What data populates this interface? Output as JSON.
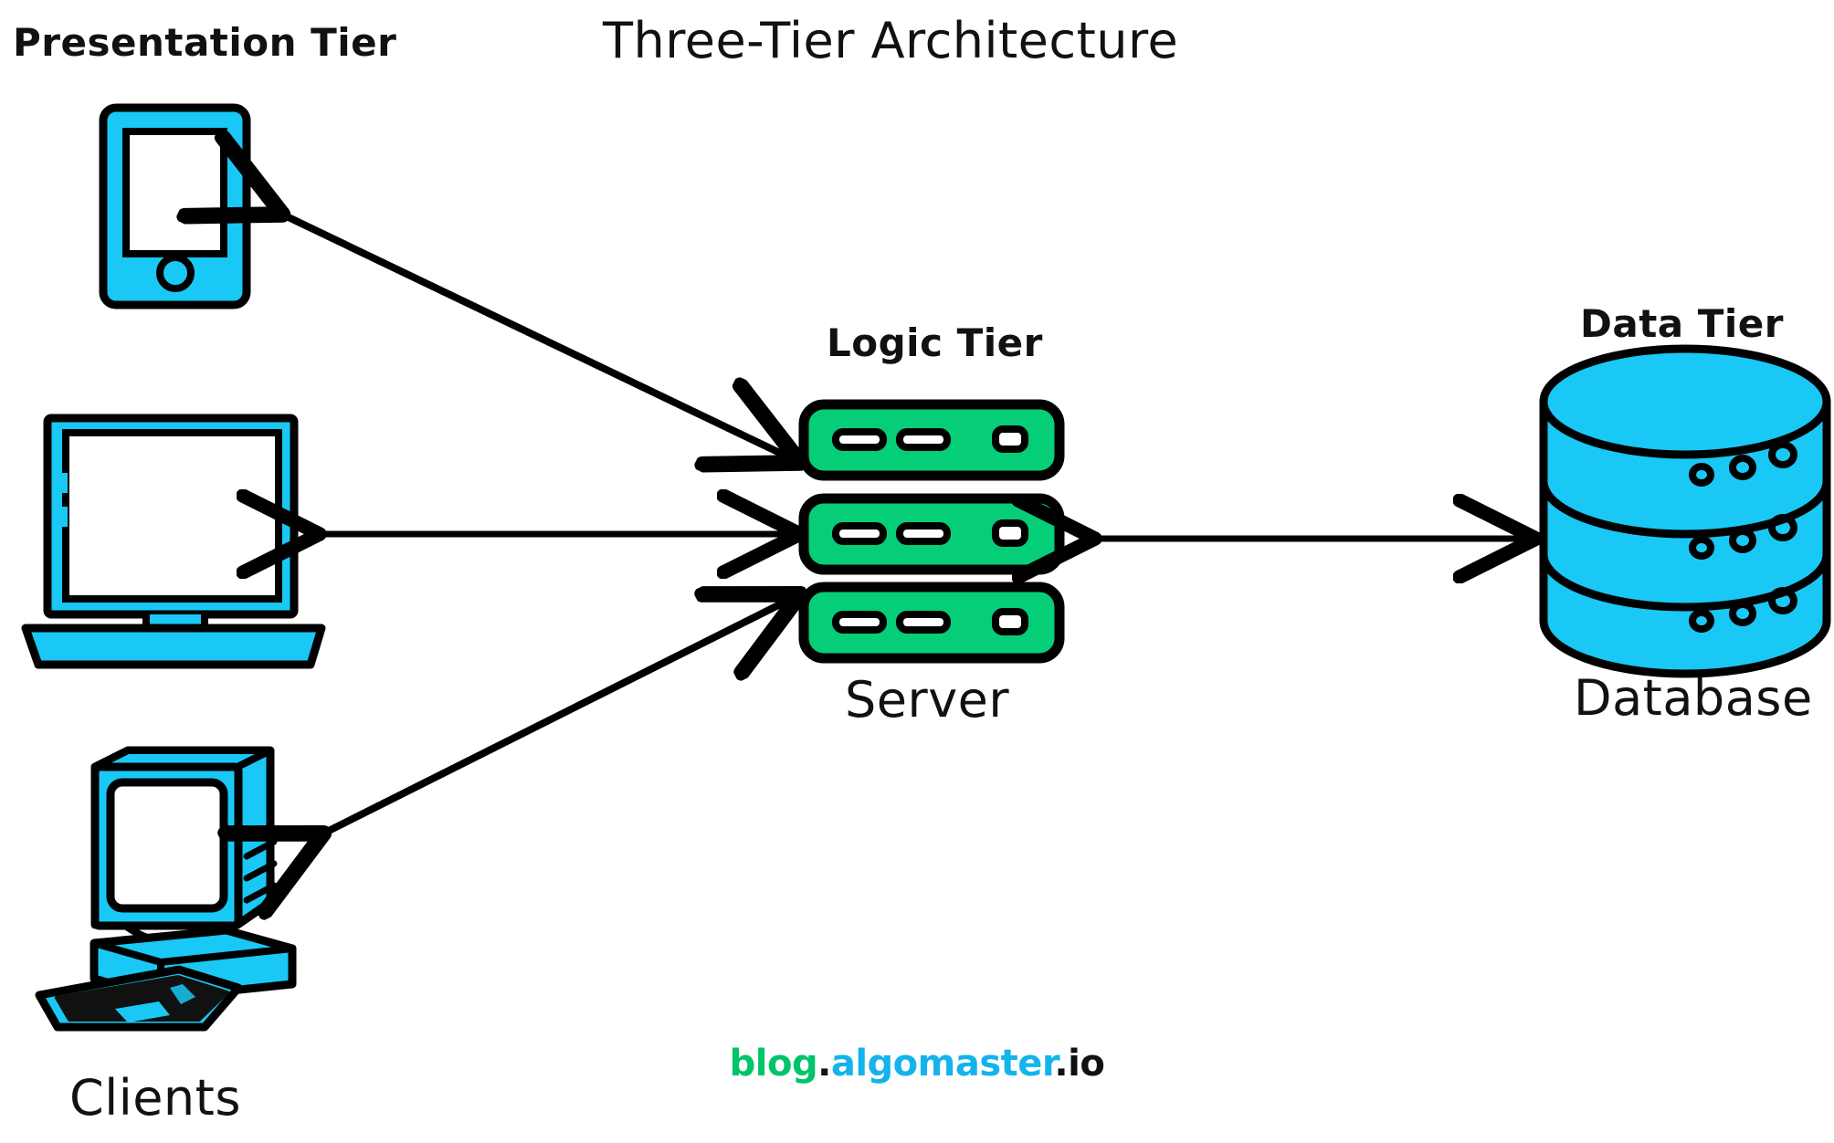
{
  "diagram": {
    "title": "Three-Tier Architecture",
    "type": "architecture-diagram",
    "background": "#ffffff",
    "stroke": "#000000"
  },
  "colors": {
    "cyan": "#19C8F5",
    "green": "#06CE78",
    "black": "#000000",
    "white": "#ffffff",
    "brand_green": "#00C46A",
    "brand_cyan": "#14B3EC"
  },
  "tiers": {
    "presentation": {
      "label": "Presentation Tier",
      "group_label": "Clients",
      "devices": [
        "mobile-phone",
        "laptop",
        "desktop-computer"
      ]
    },
    "logic": {
      "label": "Logic Tier",
      "group_label": "Server",
      "devices": [
        "server-rack"
      ],
      "rack_units": 3,
      "slots_per_unit": 3
    },
    "data": {
      "label": "Data Tier",
      "group_label": "Database",
      "devices": [
        "database-cylinder"
      ],
      "disc_layers": 3,
      "dots_per_layer": 3
    }
  },
  "connections": [
    {
      "from": "mobile-phone",
      "to": "server-rack",
      "direction": "bidirectional"
    },
    {
      "from": "laptop",
      "to": "server-rack",
      "direction": "bidirectional"
    },
    {
      "from": "desktop-computer",
      "to": "server-rack",
      "direction": "bidirectional"
    },
    {
      "from": "server-rack",
      "to": "database-cylinder",
      "direction": "bidirectional"
    }
  ],
  "footer": {
    "part1": "blog",
    "dot1": ".",
    "part2": "algomaster",
    "part3": ".io"
  }
}
